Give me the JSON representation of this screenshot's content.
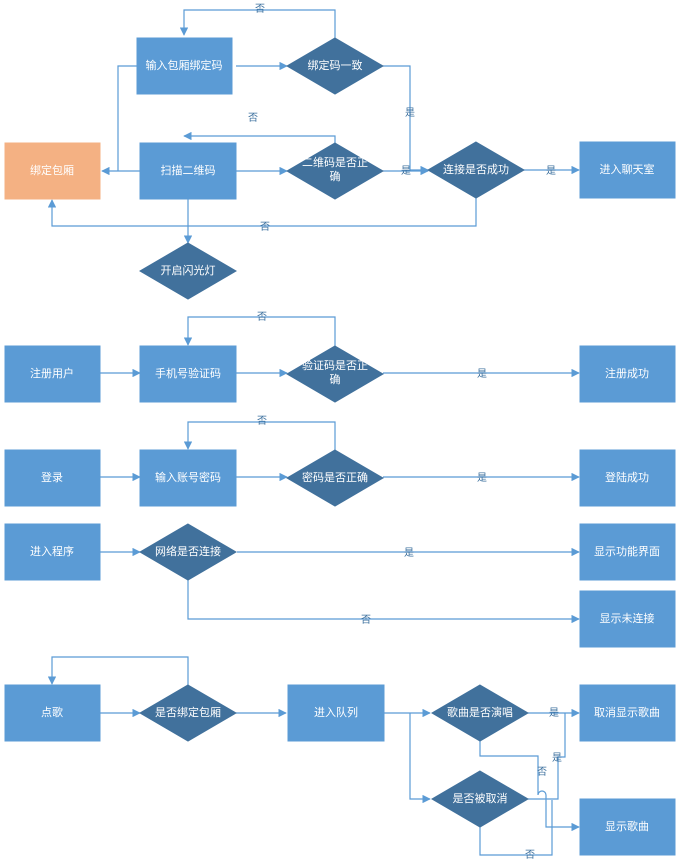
{
  "nodes": {
    "bind_box": "绑定包厢",
    "input_code": "输入包厢绑定码",
    "code_match": "绑定码一致",
    "scan_qr": "扫描二维码",
    "qr_ok_1": "二维码是否正",
    "qr_ok_2": "确",
    "connect_ok": "连接是否成功",
    "enter_chat": "进入聊天室",
    "flash": "开启闪光灯",
    "register": "注册用户",
    "phone_code": "手机号验证码",
    "verify_ok_1": "验证码是否正",
    "verify_ok_2": "确",
    "register_ok": "注册成功",
    "login": "登录",
    "input_account": "输入账号密码",
    "pwd_ok": "密码是否正确",
    "login_ok": "登陆成功",
    "enter_app": "进入程序",
    "network_ok": "网络是否连接",
    "show_ui": "显示功能界面",
    "show_disconnected": "显示未连接",
    "song_order": "点歌",
    "is_bound": "是否绑定包厢",
    "enter_queue": "进入队列",
    "is_playing": "歌曲是否演唱",
    "is_cancelled": "是否被取消",
    "cancel_show": "取消显示歌曲",
    "show_song": "显示歌曲"
  },
  "labels": {
    "yes": "是",
    "no": "否"
  }
}
